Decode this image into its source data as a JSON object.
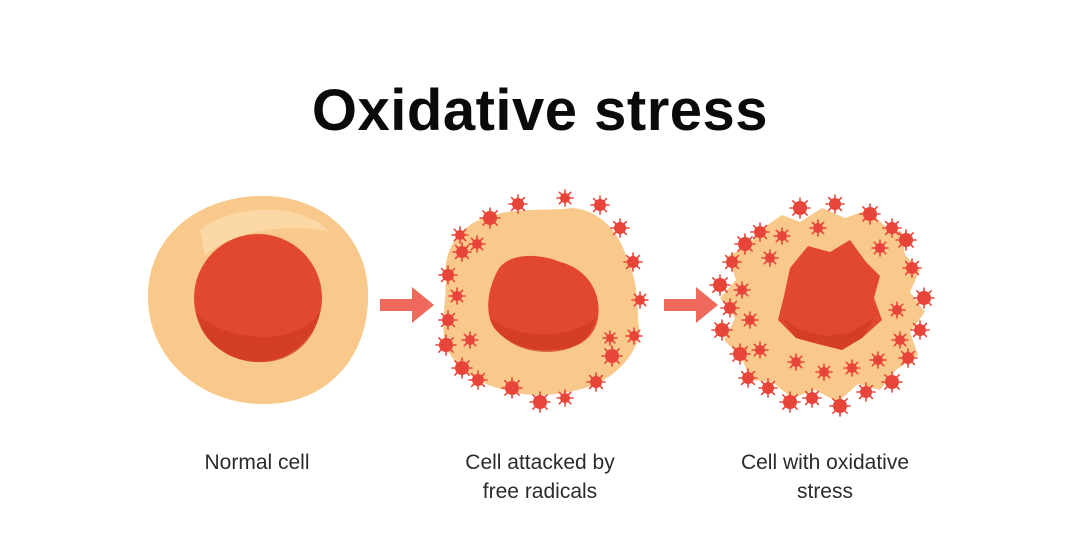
{
  "title": "Oxidative stress",
  "stages": [
    {
      "label_lines": [
        "Normal cell"
      ]
    },
    {
      "label_lines": [
        "Cell attacked by",
        "free radicals"
      ]
    },
    {
      "label_lines": [
        "Cell with oxidative",
        "stress"
      ]
    }
  ],
  "colors": {
    "cytoplasm": "#f8c98a",
    "cytoplasm_light": "#fbdcab",
    "nucleus": "#e2482e",
    "nucleus_dark": "#cf3a22",
    "radical": "#e8453a",
    "arrow": "#ef6a5c",
    "text": "#2b2b2b",
    "title": "#0a0a0a"
  },
  "icons": [
    "right-arrow-icon",
    "free-radical-icon"
  ]
}
